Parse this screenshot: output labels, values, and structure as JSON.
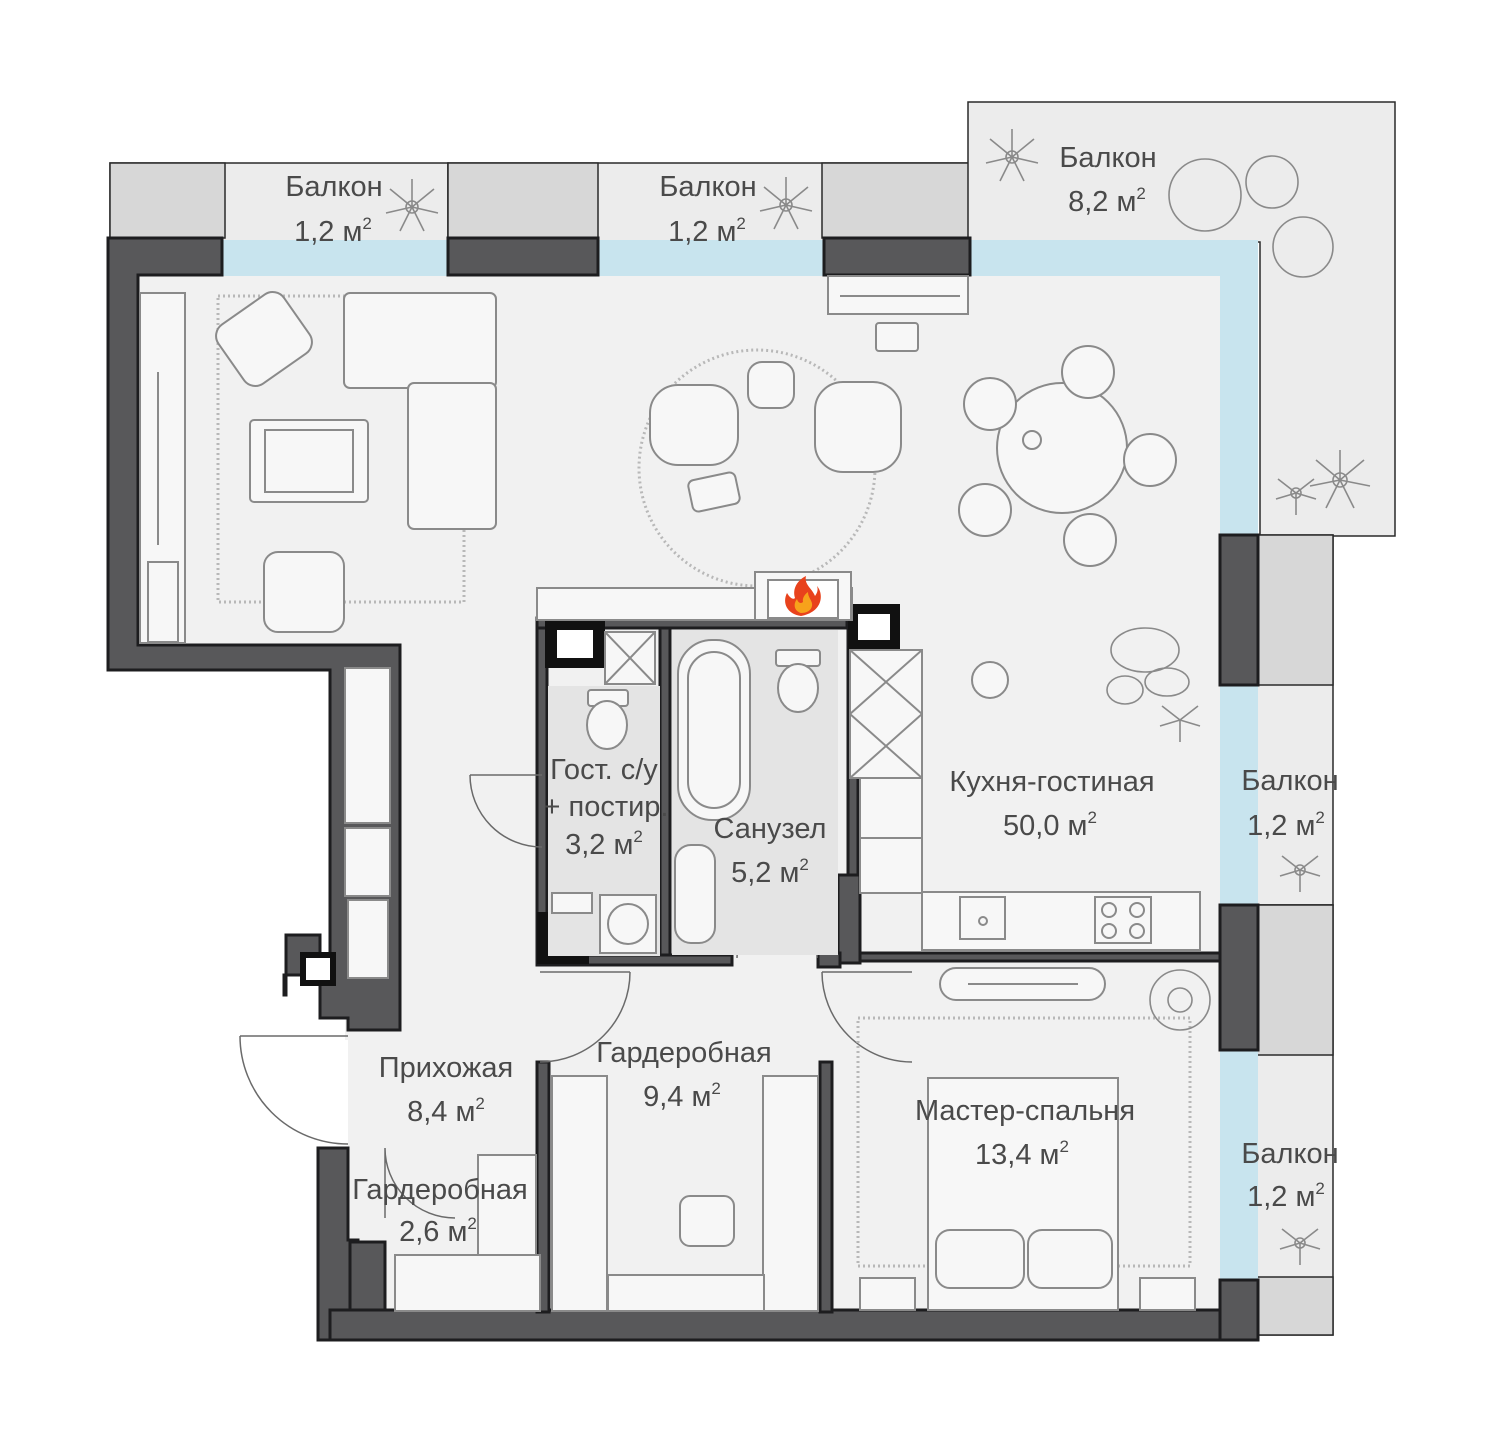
{
  "rooms": {
    "balcony_top_left": {
      "name": "Балкон",
      "area": "1,2 м",
      "sup": "2"
    },
    "balcony_top_mid": {
      "name": "Балкон",
      "area": "1,2 м",
      "sup": "2"
    },
    "balcony_top_right": {
      "name": "Балкон",
      "area": "8,2 м",
      "sup": "2"
    },
    "balcony_right_1": {
      "name": "Балкон",
      "area": "1,2 м",
      "sup": "2"
    },
    "balcony_right_2": {
      "name": "Балкон",
      "area": "1,2 м",
      "sup": "2"
    },
    "kitchen_living": {
      "name": "Кухня-гостиная",
      "area": "50,0 м",
      "sup": "2"
    },
    "guest_wc": {
      "name": "Гост. с/у",
      "name2": "+ постир.",
      "area": "3,2 м",
      "sup": "2"
    },
    "bathroom": {
      "name": "Санузел",
      "area": "5,2 м",
      "sup": "2"
    },
    "hallway": {
      "name": "Прихожая",
      "area": "8,4 м",
      "sup": "2"
    },
    "wardrobe_big": {
      "name": "Гардеробная",
      "area": "9,4 м",
      "sup": "2"
    },
    "wardrobe_small": {
      "name": "Гардеробная",
      "area": "2,6 м",
      "sup": "2"
    },
    "master_bedroom": {
      "name": "Мастер-спальня",
      "area": "13,4 м",
      "sup": "2"
    }
  },
  "icons": {
    "fireplace": "fire-icon",
    "plants": "plant-icon"
  },
  "colors": {
    "wall": "#58585a",
    "floor": "#f1f1f1",
    "glass": "#c8e4ee",
    "fire": "#e8421c"
  }
}
